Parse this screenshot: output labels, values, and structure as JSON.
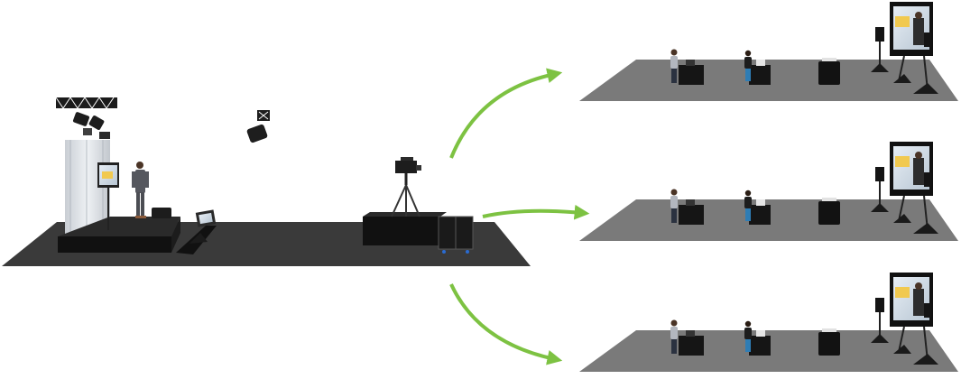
{
  "diagram": {
    "kind": "broadcast-setup-illustration",
    "source_studio": {
      "elements": [
        "lighting-truss",
        "spotlight",
        "backdrop-panel",
        "presenter",
        "stage-platform",
        "stage-monitor",
        "floor-monitor",
        "camera-on-tripod",
        "camera-platform",
        "flight-case"
      ]
    },
    "arrow_color": "#7dc242",
    "destinations": [
      {
        "name": "remote-room-1",
        "elements": [
          "participant-male",
          "participant-female",
          "desk",
          "side-table",
          "speaker",
          "display-screen"
        ]
      },
      {
        "name": "remote-room-2",
        "elements": [
          "participant-male",
          "participant-female",
          "desk",
          "side-table",
          "speaker",
          "display-screen"
        ]
      },
      {
        "name": "remote-room-3",
        "elements": [
          "participant-male",
          "participant-female",
          "desk",
          "side-table",
          "speaker",
          "display-screen"
        ]
      }
    ],
    "colors": {
      "studio_floor": "#3a3a3a",
      "room_floor": "#7a7a7a",
      "stage": "#1a1a1a",
      "backdrop": "#d9dde2",
      "arrow": "#7dc242"
    }
  }
}
